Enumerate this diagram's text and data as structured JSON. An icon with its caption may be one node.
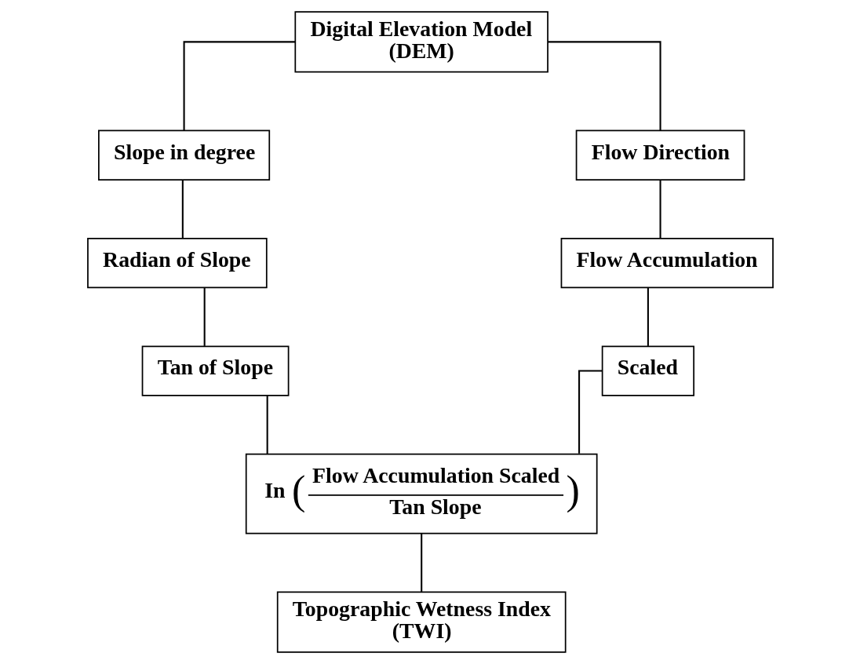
{
  "diagram": {
    "nodes": [
      {
        "text": [
          "Digital Elevation Model (DEM)"
        ]
      },
      {
        "text": [
          "Slope in degree"
        ]
      },
      {
        "text": [
          "Flow Direction"
        ]
      },
      {
        "text": [
          "Radian of Slope"
        ]
      },
      {
        "text": [
          "Flow Accumulation"
        ]
      },
      {
        "text": [
          "Tan of Slope"
        ]
      },
      {
        "text": [
          "Scaled"
        ]
      },
      {
        "text": [
          "In",
          "(",
          "Flow Accumulation Scaled",
          "Tan Slope",
          ")"
        ]
      },
      {
        "text": [
          "Topographic Wetness Index (TWI)"
        ]
      }
    ],
    "edges": [
      {
        "from": 0,
        "to": 1,
        "arrow": "none"
      },
      {
        "from": 0,
        "to": 2,
        "arrow": "none"
      },
      {
        "from": 1,
        "to": 3,
        "arrow": "none"
      },
      {
        "from": 3,
        "to": 5,
        "arrow": "none"
      },
      {
        "from": 2,
        "to": 4,
        "arrow": "none"
      },
      {
        "from": 4,
        "to": 6,
        "arrow": "none"
      },
      {
        "from": 5,
        "to": 7,
        "arrow": "none"
      },
      {
        "from": 6,
        "to": 7,
        "arrow": "none"
      },
      {
        "from": 7,
        "to": 8,
        "arrow": "none"
      }
    ]
  }
}
